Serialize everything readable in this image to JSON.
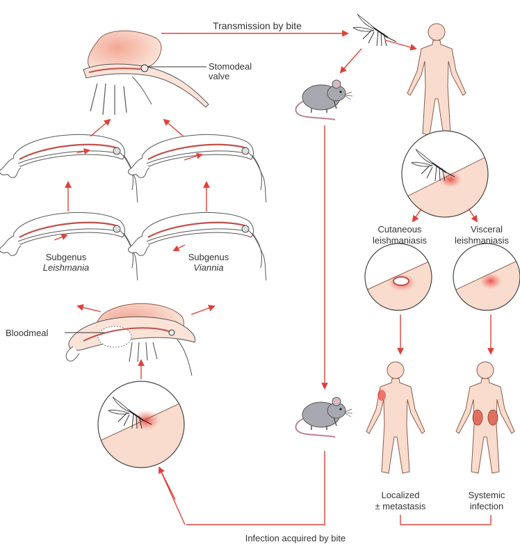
{
  "labels": {
    "transmission": "Transmission by bite",
    "stomodeal_line1": "Stomodeal",
    "stomodeal_line2": "valve",
    "subgenus_word_left": "Subgenus",
    "subgenus_name_left": "Leishmania",
    "subgenus_word_right": "Subgenus",
    "subgenus_name_right": "Viannia",
    "bloodmeal": "Bloodmeal",
    "cutaneous_line1": "Cutaneous",
    "cutaneous_line2": "leishmaniasis",
    "visceral_line1": "Visceral",
    "visceral_line2": "leishmaniasis",
    "localized_line1": "Localized",
    "localized_line2": "± metastasis",
    "systemic_line1": "Systemic",
    "systemic_line2": "infection",
    "infection_acquired": "Infection acquired by bite"
  },
  "colors": {
    "arrow": "#e0403a",
    "skin": "#f9dccd",
    "skin_outline": "#8a5a4a",
    "gut_fill": "#f6c4b2",
    "gut_tube": "#c0504a",
    "lesion": "#e8473f",
    "mouse_body": "#a8a8b0",
    "line": "#555555"
  },
  "icons": [
    "sandfly-icon",
    "mouse-icon",
    "human-figure-icon",
    "bite-inset-icon",
    "lesion-inset-icon",
    "sandfly-gut-icon"
  ]
}
